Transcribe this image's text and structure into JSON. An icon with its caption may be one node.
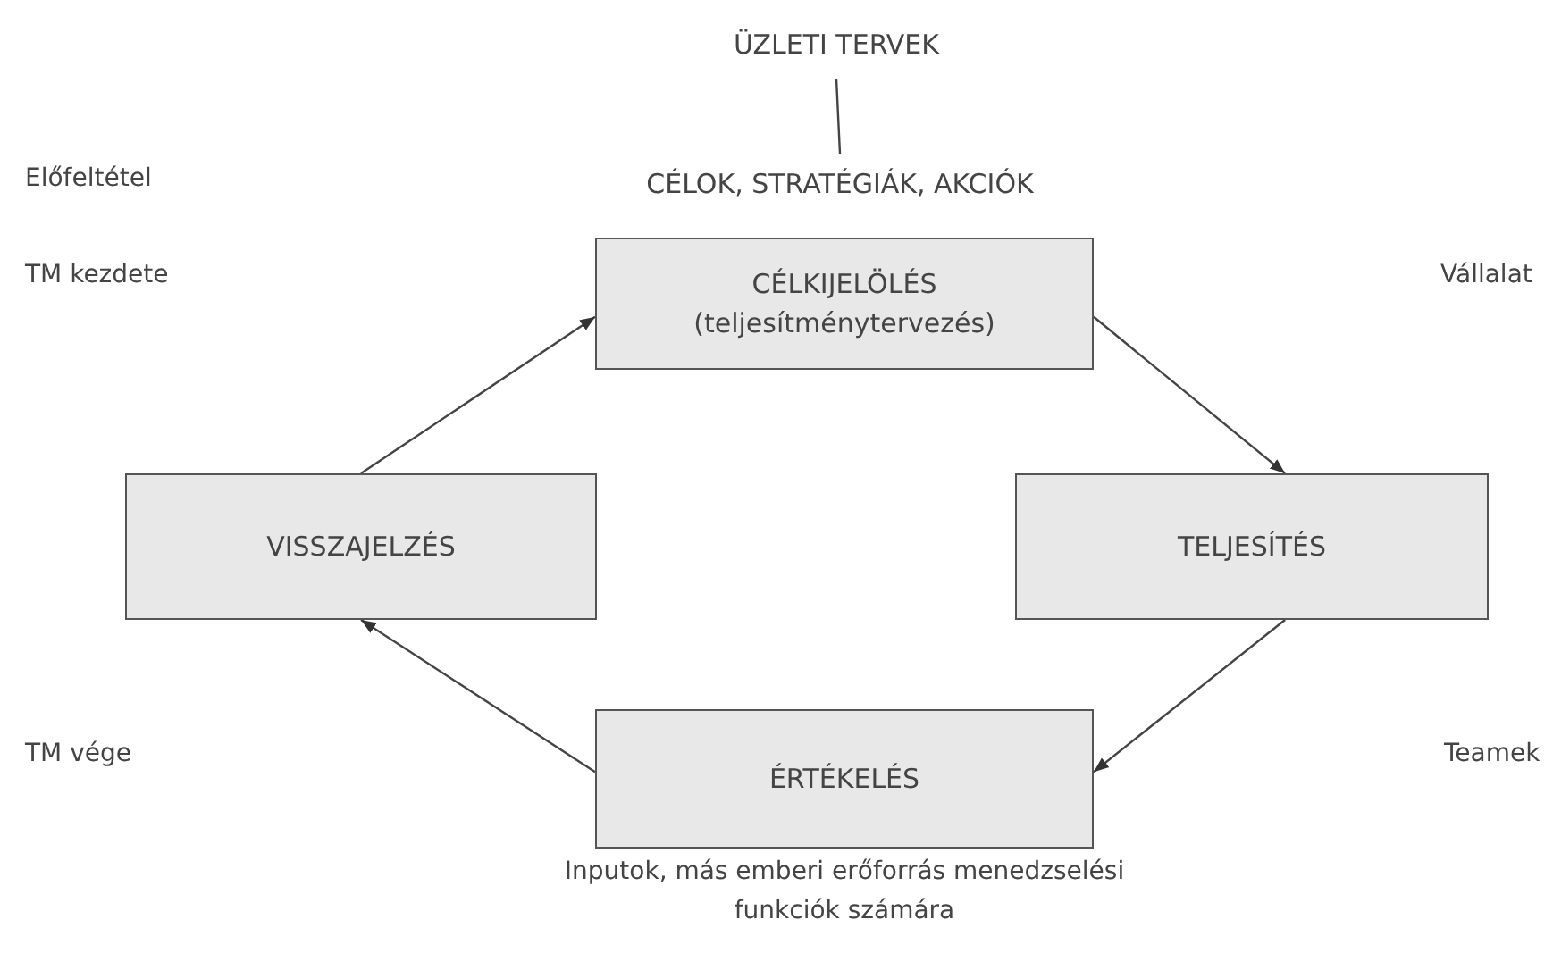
{
  "diagram": {
    "nodes": [
      {
        "text": [
          "ÜZLETI TERVEK"
        ]
      },
      {
        "text": [
          "CÉLOK, STRATÉGIÁK, AKCIÓK"
        ]
      },
      {
        "text": [
          "CÉLKIJELÖLÉS (teljesítménytervezés)"
        ]
      },
      {
        "text": [
          "VISSZAJELZÉS"
        ]
      },
      {
        "text": [
          "TELJESÍTÉS"
        ]
      },
      {
        "text": [
          "ÉRTÉKELÉS"
        ],
        "beside": [
          "Inputok, más emberi erőforrás menedzselési funkciók számára"
        ]
      }
    ],
    "edges": [
      {
        "from": 0,
        "to": 1,
        "arrow": "none"
      },
      {
        "from": 2,
        "to": 4,
        "arrow": "to"
      },
      {
        "from": 4,
        "to": 5,
        "arrow": "to"
      },
      {
        "from": 5,
        "to": 3,
        "arrow": "to"
      },
      {
        "from": 3,
        "to": 2,
        "arrow": "to"
      }
    ],
    "labels": [
      "Előfeltétel",
      "TM kezdete",
      "Vállalat",
      "TM vége",
      "Teamek"
    ]
  }
}
